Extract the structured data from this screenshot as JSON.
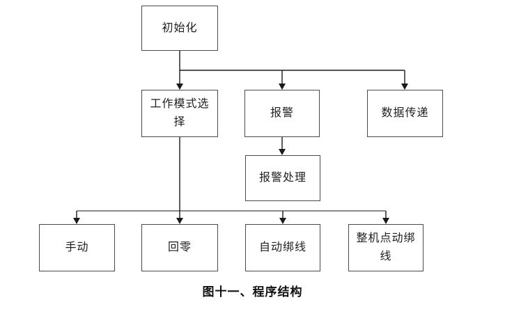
{
  "diagram": {
    "caption": "图十一、程序结构",
    "nodes": [
      {
        "id": "init",
        "label": "初始化"
      },
      {
        "id": "work-mode-select",
        "label": "工作模式选择"
      },
      {
        "id": "alarm",
        "label": "报警"
      },
      {
        "id": "data-transfer",
        "label": "数据传递"
      },
      {
        "id": "alarm-handling",
        "label": "报警处理"
      },
      {
        "id": "manual",
        "label": "手动"
      },
      {
        "id": "return-zero",
        "label": "回零"
      },
      {
        "id": "auto-wire-binding",
        "label": "自动绑线"
      },
      {
        "id": "machine-jog-binding",
        "label": "整机点动绑线"
      }
    ],
    "edges": [
      {
        "from": "init",
        "to": "work-mode-select"
      },
      {
        "from": "init",
        "to": "alarm"
      },
      {
        "from": "init",
        "to": "data-transfer"
      },
      {
        "from": "alarm",
        "to": "alarm-handling"
      },
      {
        "from": "work-mode-select",
        "to": "manual"
      },
      {
        "from": "work-mode-select",
        "to": "return-zero"
      },
      {
        "from": "work-mode-select",
        "to": "auto-wire-binding"
      },
      {
        "from": "work-mode-select",
        "to": "machine-jog-binding"
      }
    ],
    "colors": {
      "background": "#ffffff",
      "box_border": "#4a4a4a",
      "connector": "#1a1a1a",
      "branch_connector": "#8a8a8a",
      "text": "#1f1f1f"
    }
  }
}
